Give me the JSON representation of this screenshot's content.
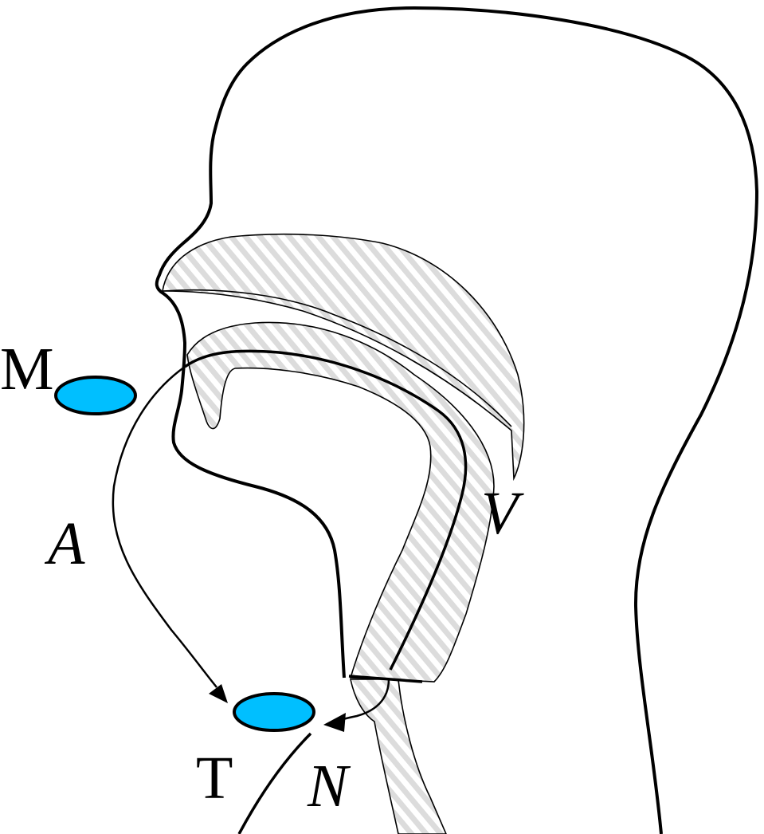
{
  "labels": {
    "m": "M",
    "a": "A",
    "v": "V",
    "t": "T",
    "n": "N"
  },
  "colors": {
    "marker_fill": "#00BFFF",
    "outline": "#000000",
    "hatch": "#d9d9d9"
  }
}
